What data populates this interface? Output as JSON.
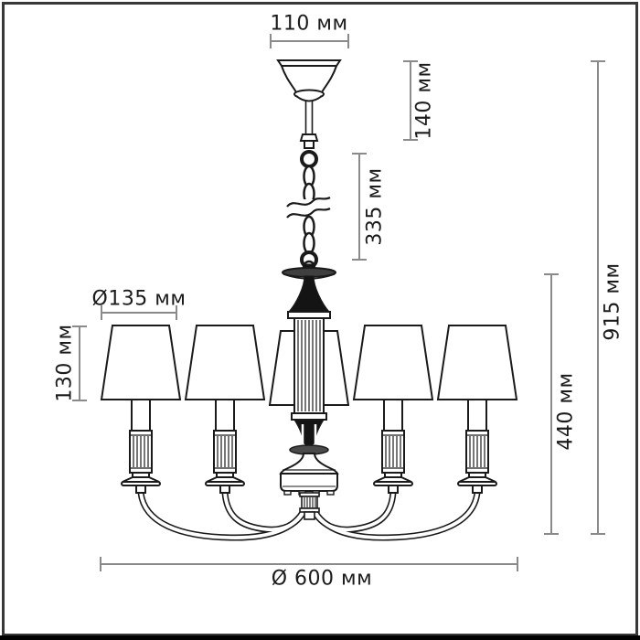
{
  "page": {
    "background": "#ffffff",
    "frame_color": "#383838",
    "line_color": "#1a1a1a",
    "dim_line_color": "#8a8a8a"
  },
  "drawing": {
    "subject": "chandelier-technical-dimension-drawing",
    "shade_count": 5,
    "units": "мм"
  },
  "dimensions": {
    "canopy_width": "110 мм",
    "canopy_height": "140 мм",
    "chain_length": "335 мм",
    "shade_diameter": "Ø135 мм",
    "shade_height": "130 мм",
    "body_height": "440 мм",
    "total_height": "915 мм",
    "total_diameter": "Ø 600 мм"
  }
}
